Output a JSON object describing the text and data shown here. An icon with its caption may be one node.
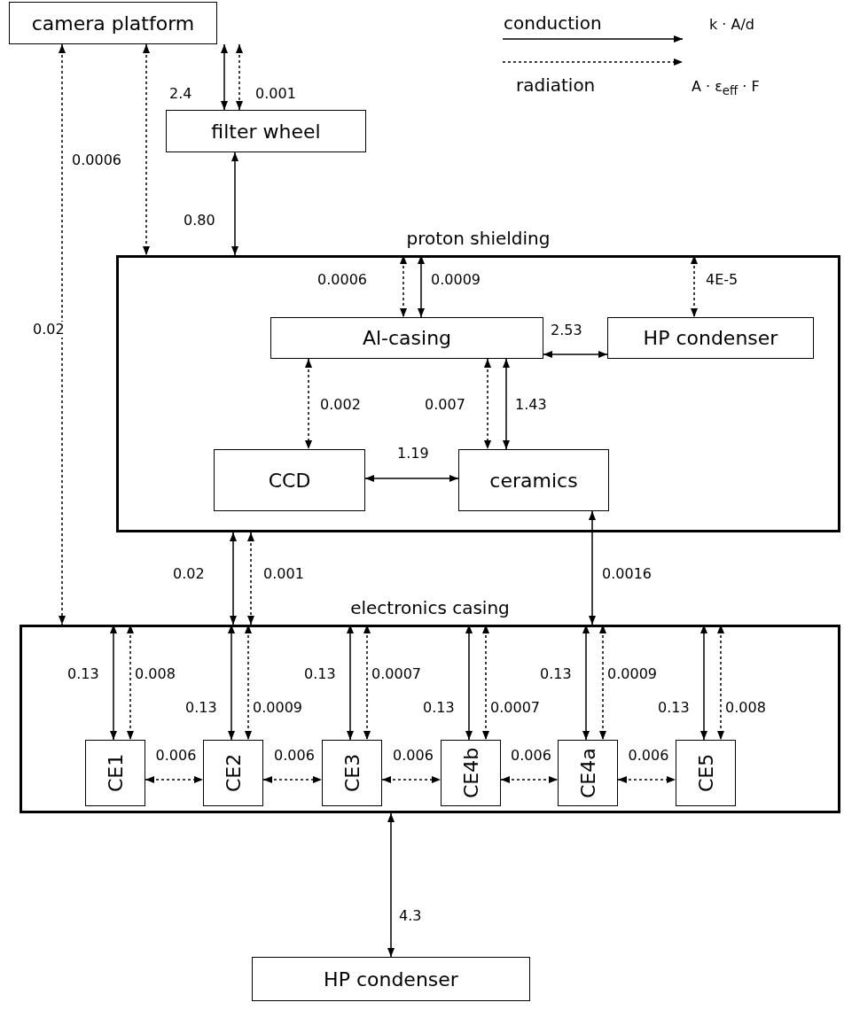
{
  "diagram": {
    "nodes": [
      {
        "text": [
          "camera platform"
        ]
      },
      {
        "text": [
          "filter wheel"
        ]
      },
      {
        "text": [
          "proton shielding"
        ]
      },
      {
        "text": [
          "Al-casing"
        ],
        "in": 2
      },
      {
        "text": [
          "HP condenser"
        ],
        "in": 2
      },
      {
        "text": [
          "CCD"
        ],
        "in": 2
      },
      {
        "text": [
          "ceramics"
        ],
        "in": 2
      },
      {
        "text": [
          "electronics casing"
        ]
      },
      {
        "text": [
          "CE1"
        ],
        "in": 7
      },
      {
        "text": [
          "CE2"
        ],
        "in": 7
      },
      {
        "text": [
          "CE3"
        ],
        "in": 7
      },
      {
        "text": [
          "CE4b"
        ],
        "in": 7
      },
      {
        "text": [
          "CE4a"
        ],
        "in": 7
      },
      {
        "text": [
          "CE5"
        ],
        "in": 7
      },
      {
        "text": [
          "HP condenser"
        ]
      }
    ],
    "edges": [
      {
        "from": 0,
        "to": 1,
        "arrow": "both",
        "label": "2.4"
      },
      {
        "from": 0,
        "to": 1,
        "arrow": "both",
        "label": "0.001",
        "style": "dashed"
      },
      {
        "from": 0,
        "to": 7,
        "arrow": "both",
        "label": "0.02",
        "style": "dashed"
      },
      {
        "from": 0,
        "to": 2,
        "arrow": "both",
        "label": "0.0006",
        "style": "dashed"
      },
      {
        "from": 1,
        "to": 2,
        "arrow": "both",
        "label": "0.80"
      },
      {
        "from": 2,
        "to": 3,
        "arrow": "both",
        "label": "0.0006",
        "style": "dashed"
      },
      {
        "from": 2,
        "to": 3,
        "arrow": "both",
        "label": "0.0009"
      },
      {
        "from": 2,
        "to": 4,
        "arrow": "both",
        "label": "4E-5",
        "style": "dashed"
      },
      {
        "from": 3,
        "to": 4,
        "arrow": "both",
        "label": "2.53"
      },
      {
        "from": 3,
        "to": 5,
        "arrow": "both",
        "label": "0.002",
        "style": "dashed"
      },
      {
        "from": 3,
        "to": 6,
        "arrow": "both",
        "label": "0.007",
        "style": "dashed"
      },
      {
        "from": 3,
        "to": 6,
        "arrow": "both",
        "label": "1.43"
      },
      {
        "from": 5,
        "to": 6,
        "arrow": "both",
        "label": "1.19"
      },
      {
        "from": 2,
        "to": 7,
        "arrow": "both",
        "label": "0.02"
      },
      {
        "from": 2,
        "to": 7,
        "arrow": "both",
        "label": "0.001",
        "style": "dashed"
      },
      {
        "from": 6,
        "to": 7,
        "arrow": "both",
        "label": "0.0016"
      },
      {
        "from": 7,
        "to": 8,
        "arrow": "both",
        "label": "0.13"
      },
      {
        "from": 7,
        "to": 8,
        "arrow": "both",
        "label": "0.008",
        "style": "dashed"
      },
      {
        "from": 7,
        "to": 9,
        "arrow": "both",
        "label": "0.13"
      },
      {
        "from": 7,
        "to": 9,
        "arrow": "both",
        "label": "0.0009",
        "style": "dashed"
      },
      {
        "from": 7,
        "to": 10,
        "arrow": "both",
        "label": "0.13"
      },
      {
        "from": 7,
        "to": 10,
        "arrow": "both",
        "label": "0.0007",
        "style": "dashed"
      },
      {
        "from": 7,
        "to": 11,
        "arrow": "both",
        "label": "0.13"
      },
      {
        "from": 7,
        "to": 11,
        "arrow": "both",
        "label": "0.0007",
        "style": "dashed"
      },
      {
        "from": 7,
        "to": 12,
        "arrow": "both",
        "label": "0.13"
      },
      {
        "from": 7,
        "to": 12,
        "arrow": "both",
        "label": "0.0009",
        "style": "dashed"
      },
      {
        "from": 7,
        "to": 13,
        "arrow": "both",
        "label": "0.13"
      },
      {
        "from": 7,
        "to": 13,
        "arrow": "both",
        "label": "0.008",
        "style": "dashed"
      },
      {
        "from": 8,
        "to": 9,
        "arrow": "both",
        "label": "0.006",
        "style": "dashed"
      },
      {
        "from": 9,
        "to": 10,
        "arrow": "both",
        "label": "0.006",
        "style": "dashed"
      },
      {
        "from": 10,
        "to": 11,
        "arrow": "both",
        "label": "0.006",
        "style": "dashed"
      },
      {
        "from": 11,
        "to": 12,
        "arrow": "both",
        "label": "0.006",
        "style": "dashed"
      },
      {
        "from": 12,
        "to": 13,
        "arrow": "both",
        "label": "0.006",
        "style": "dashed"
      },
      {
        "from": 7,
        "to": 14,
        "arrow": "both",
        "label": "4.3"
      }
    ],
    "labels": [
      "k · A/d",
      "A · ε$_{eff}$ · F"
    ],
    "legend": [
      {
        "text": "conduction"
      },
      {
        "text": "radiation"
      }
    ]
  }
}
